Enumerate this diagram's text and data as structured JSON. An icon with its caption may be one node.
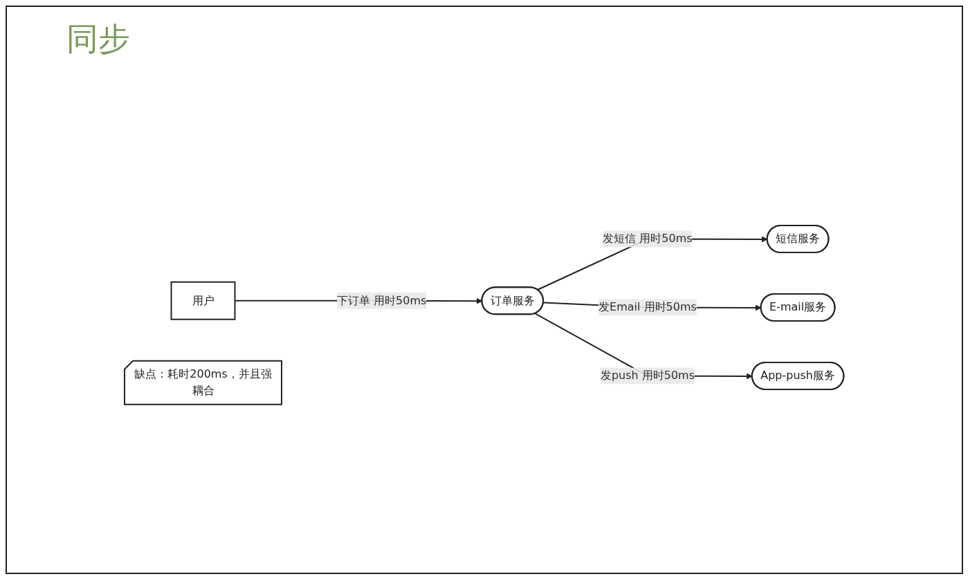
{
  "diagram": {
    "title": "同步",
    "nodes": [
      {
        "text": [
          "用户"
        ]
      },
      {
        "text": [
          "订单服务"
        ]
      },
      {
        "text": [
          "短信服务"
        ]
      },
      {
        "text": [
          "E-mail服务"
        ]
      },
      {
        "text": [
          "App-push服务"
        ]
      },
      {
        "text": [
          "缺点：耗时200ms，并且强耦合"
        ]
      }
    ],
    "edges": [
      {
        "from": 0,
        "to": 1,
        "arrow": "to",
        "label": "下订单 用时50ms"
      },
      {
        "from": 1,
        "to": 2,
        "arrow": "to",
        "label": "发短信 用时50ms"
      },
      {
        "from": 1,
        "to": 3,
        "arrow": "to",
        "label": "发Email 用时50ms"
      },
      {
        "from": 1,
        "to": 4,
        "arrow": "to",
        "label": "发push 用时50ms"
      }
    ]
  }
}
